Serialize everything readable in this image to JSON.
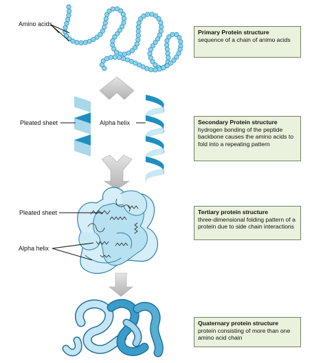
{
  "labels": {
    "amino_acids": "Amino acids",
    "pleated_sheet_secondary": "Pleated sheet",
    "alpha_helix_secondary": "Alpha helix",
    "pleated_sheet_tertiary": "Pleated sheet",
    "alpha_helix_tertiary": "Alpha helix"
  },
  "boxes": [
    {
      "title": "Primary Protein structure",
      "description": "sequence of a chain of animo acids"
    },
    {
      "title": "Secondary Protein structure",
      "description": "hydrogen bonding of the peptide backbone causes the amino acids to fold into a repeating pattern"
    },
    {
      "title": "Tertiary protein structure",
      "description": "three-dimensional folding pattern of a protein due to side chain interactions"
    },
    {
      "title": "Quaternary protein structure",
      "description": "protein consisting of more than one amino acid chain"
    }
  ],
  "colors": {
    "amino_fill": "#8fd3ec",
    "amino_stroke": "#2a92bc",
    "dark_blue": "#1f8fbf",
    "light_blue": "#a9d8ea",
    "pale_blue": "#c9e9f5",
    "arrow_gray": "#c9c9c9",
    "box_fill": "#eaf1dc",
    "box_border": "#6f7f62"
  }
}
